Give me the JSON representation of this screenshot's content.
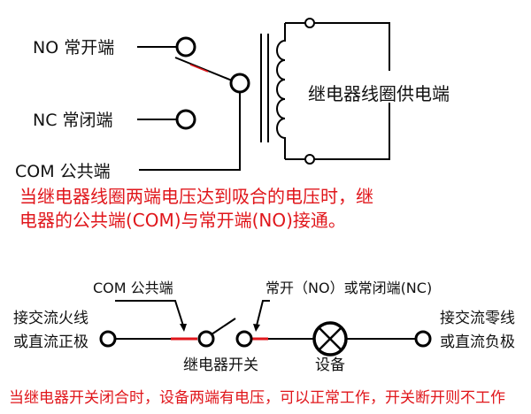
{
  "top": {
    "no_label": "NO 常开端",
    "nc_label": "NC 常闭端",
    "com_label": "COM 公共端",
    "coil_label": "继电器线圈供电端",
    "note_line1": "当继电器线圈两端电压达到吸合的电压时，继",
    "note_line2": "电器的公共端(COM)与常开端(NO)接通。"
  },
  "bottom": {
    "com_label": "COM 公共端",
    "no_nc_label": "常开（NO）或常闭端(NC)",
    "left_line1": "接交流火线",
    "left_line2": "或直流正极",
    "right_line1": "接交流零线",
    "right_line2": "或直流负极",
    "switch_label": "继电器开关",
    "device_label": "设备",
    "note": "当继电器开关闭合时，设备两端有电压，可以正常工作，开关断开则不工作"
  },
  "colors": {
    "accent": "#e0161b"
  }
}
